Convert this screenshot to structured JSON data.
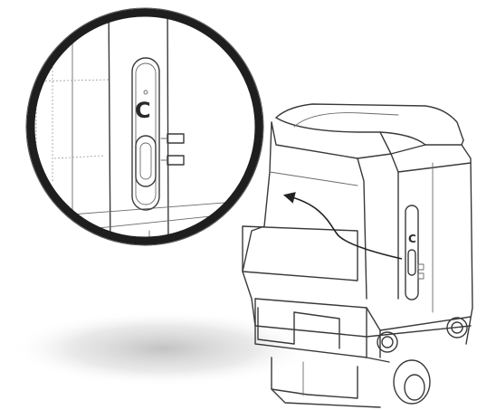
{
  "figure": {
    "port_label": "C",
    "colors": {
      "line": "#3a3a3a",
      "magnifier_ring": "#1e1e1e",
      "shadow": "#bdbdbd",
      "background": "#ffffff"
    },
    "icons": [
      "magnifier-ring",
      "callout-arrow",
      "usb-c-port"
    ]
  }
}
